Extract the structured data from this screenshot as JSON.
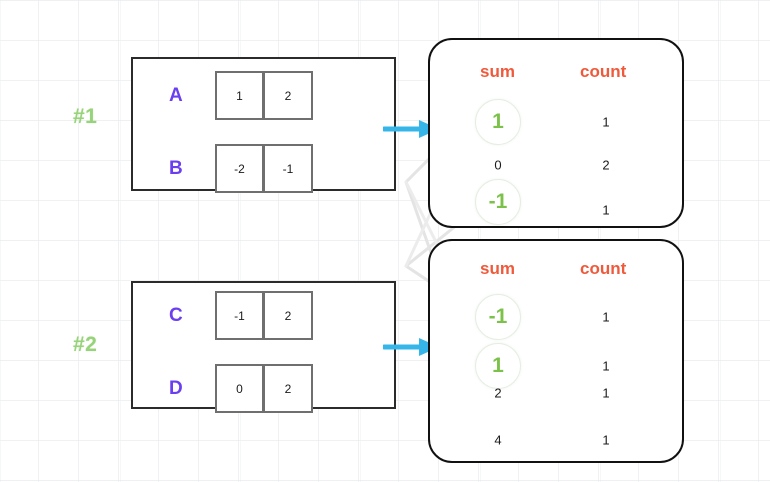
{
  "diagram": {
    "title": "MapReduce partial sums merge diagram",
    "colors": {
      "step_label": "#97d37a",
      "row_name": "#6b3ff0",
      "table_header": "#ef5a3c",
      "highlight": "#7cc24a",
      "arrow": "#36b6e8",
      "box_border": "#2b2b2b",
      "cell_border": "#6f6f6f",
      "connector": "#e2e2e2"
    }
  },
  "steps": [
    {
      "label": "#1"
    },
    {
      "label": "#2"
    }
  ],
  "input_boxes": [
    {
      "name": "input-box-1",
      "rows": [
        {
          "name": "A",
          "cells": [
            "1",
            "2"
          ]
        },
        {
          "name": "B",
          "cells": [
            "-2",
            "-1"
          ]
        }
      ]
    },
    {
      "name": "input-box-2",
      "rows": [
        {
          "name": "C",
          "cells": [
            "-1",
            "2"
          ]
        },
        {
          "name": "D",
          "cells": [
            "0",
            "2"
          ]
        }
      ]
    }
  ],
  "panels": [
    {
      "name": "panel-1",
      "headers": {
        "sum": "sum",
        "count": "count"
      },
      "rows": [
        {
          "sum": "1",
          "count": "1",
          "highlight": true
        },
        {
          "sum": "0",
          "count": "2",
          "highlight": false
        },
        {
          "sum": "-1",
          "count": "1",
          "highlight": true
        }
      ]
    },
    {
      "name": "panel-2",
      "headers": {
        "sum": "sum",
        "count": "count"
      },
      "rows": [
        {
          "sum": "-1",
          "count": "1",
          "highlight": true
        },
        {
          "sum": "1",
          "count": "1",
          "highlight": true
        },
        {
          "sum": "2",
          "count": "1",
          "highlight": false
        },
        {
          "sum": "4",
          "count": "1",
          "highlight": false
        }
      ]
    }
  ],
  "arrows": [
    {
      "name": "arrow-step-1",
      "from": "input-box-1",
      "to": "panel-1"
    },
    {
      "name": "arrow-step-2",
      "from": "input-box-2",
      "to": "panel-2"
    }
  ],
  "connectors": [
    {
      "name": "connector-plus-one",
      "from_panel": "panel-1",
      "from_value": "1",
      "to_panel": "panel-2",
      "to_value": "1"
    },
    {
      "name": "connector-minus-one",
      "from_panel": "panel-1",
      "from_value": "-1",
      "to_panel": "panel-2",
      "to_value": "-1"
    }
  ]
}
